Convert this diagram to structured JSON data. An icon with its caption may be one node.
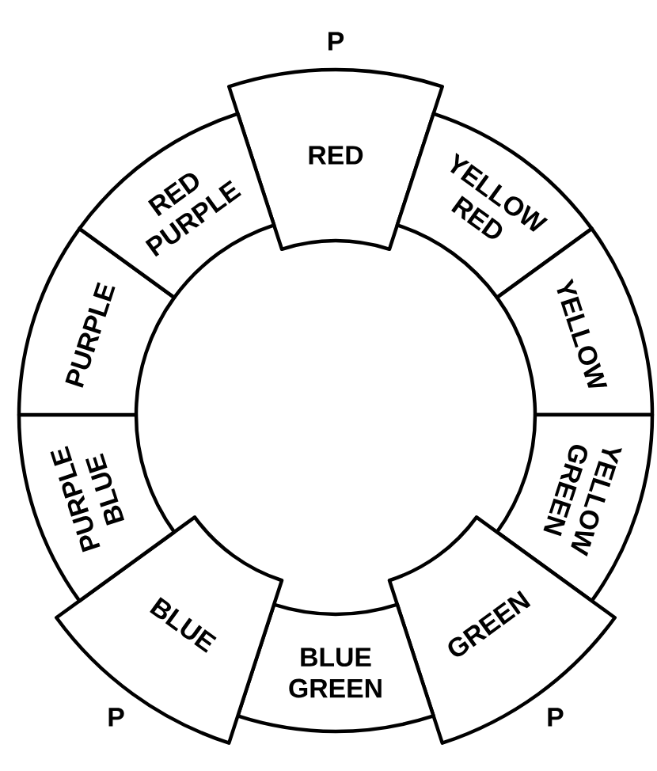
{
  "diagram": {
    "nodes": [
      {
        "text": [
          "RED"
        ],
        "beside": [
          "P"
        ]
      },
      {
        "text": [
          "YELLOW RED"
        ]
      },
      {
        "text": [
          "YELLOW"
        ]
      },
      {
        "text": [
          "YELLOW GREEN"
        ]
      },
      {
        "text": [
          "GREEN"
        ],
        "beside": [
          "P"
        ]
      },
      {
        "text": [
          "BLUE GREEN"
        ]
      },
      {
        "text": [
          "BLUE"
        ],
        "beside": [
          "P"
        ]
      },
      {
        "text": [
          "PURPLE BLUE"
        ]
      },
      {
        "text": [
          "PURPLE"
        ]
      },
      {
        "text": [
          "RED PURPLE"
        ]
      }
    ]
  }
}
